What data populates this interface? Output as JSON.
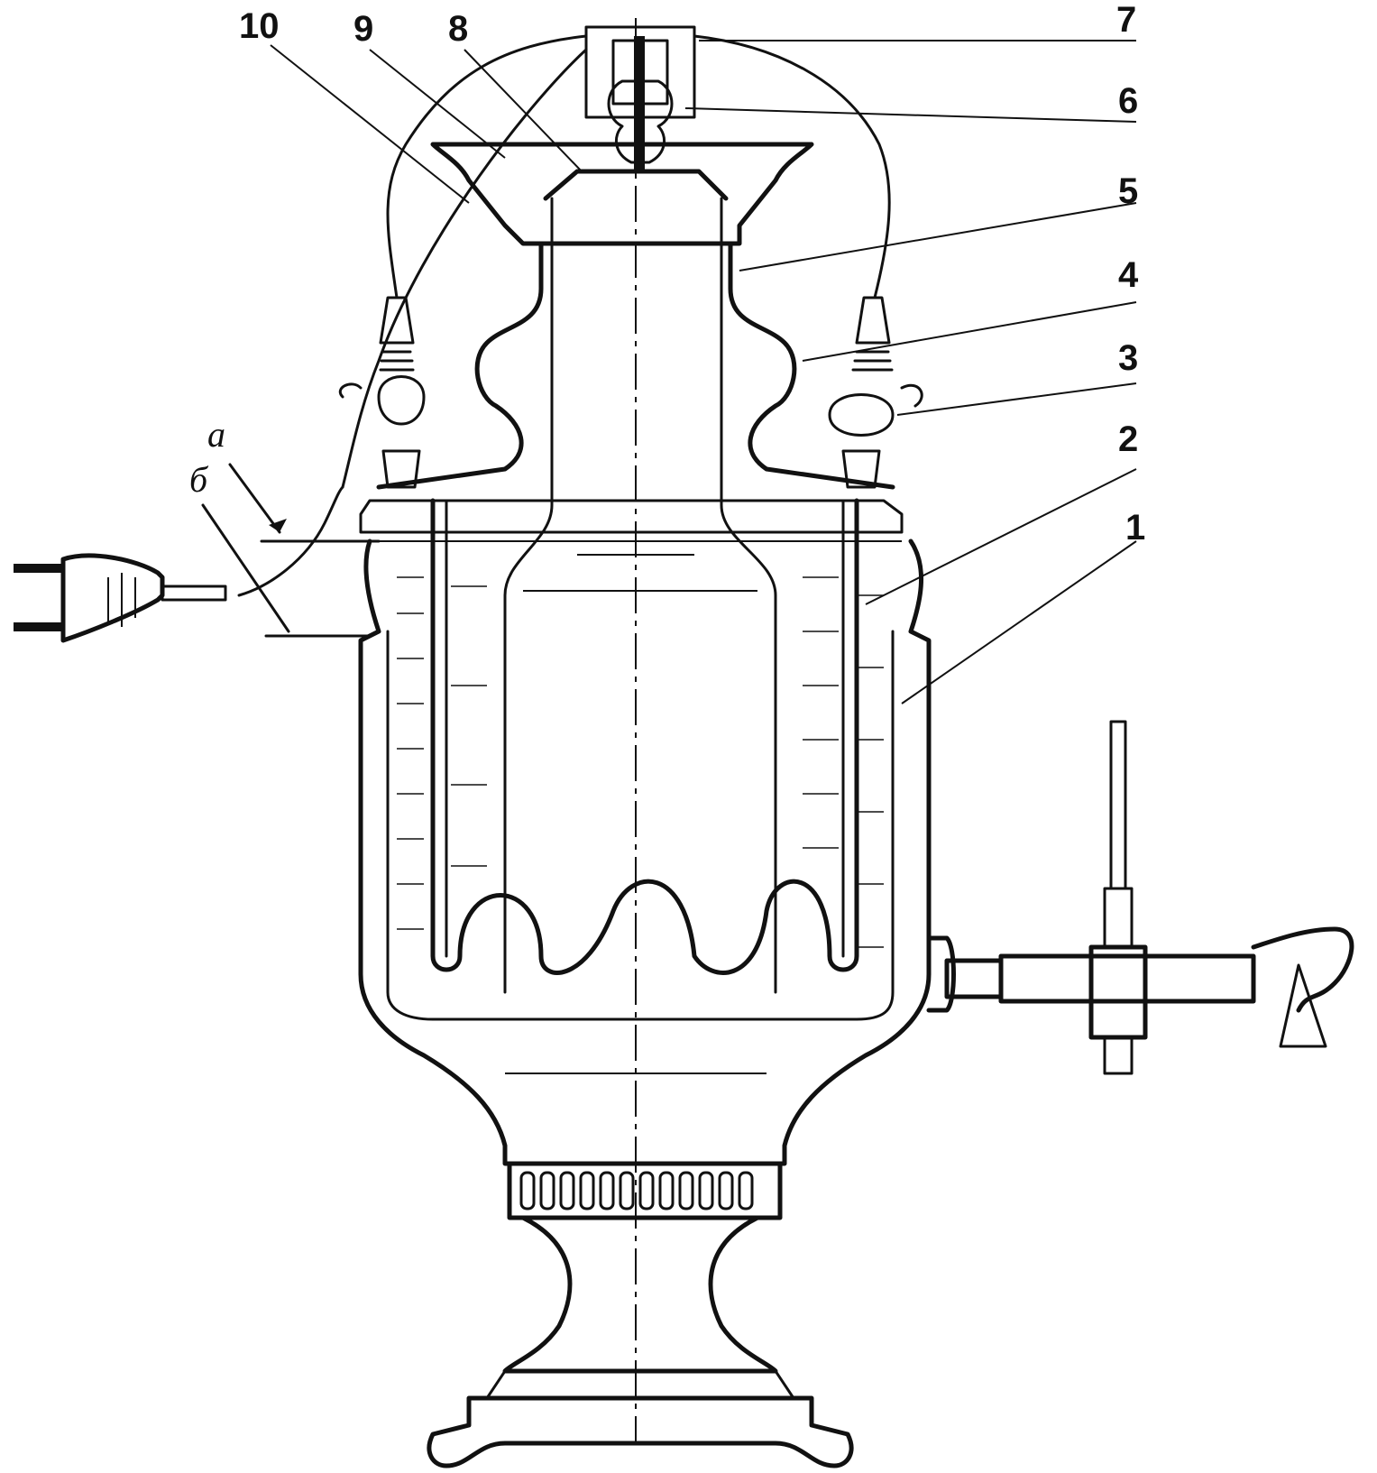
{
  "callouts": [
    {
      "id": "1",
      "label": "1"
    },
    {
      "id": "2",
      "label": "2"
    },
    {
      "id": "3",
      "label": "3"
    },
    {
      "id": "4",
      "label": "4"
    },
    {
      "id": "5",
      "label": "5"
    },
    {
      "id": "6",
      "label": "6"
    },
    {
      "id": "7",
      "label": "7"
    },
    {
      "id": "8",
      "label": "8"
    },
    {
      "id": "9",
      "label": "9"
    },
    {
      "id": "10",
      "label": "10"
    }
  ],
  "levels": [
    {
      "id": "a",
      "label": "а"
    },
    {
      "id": "b",
      "label": "б"
    }
  ]
}
